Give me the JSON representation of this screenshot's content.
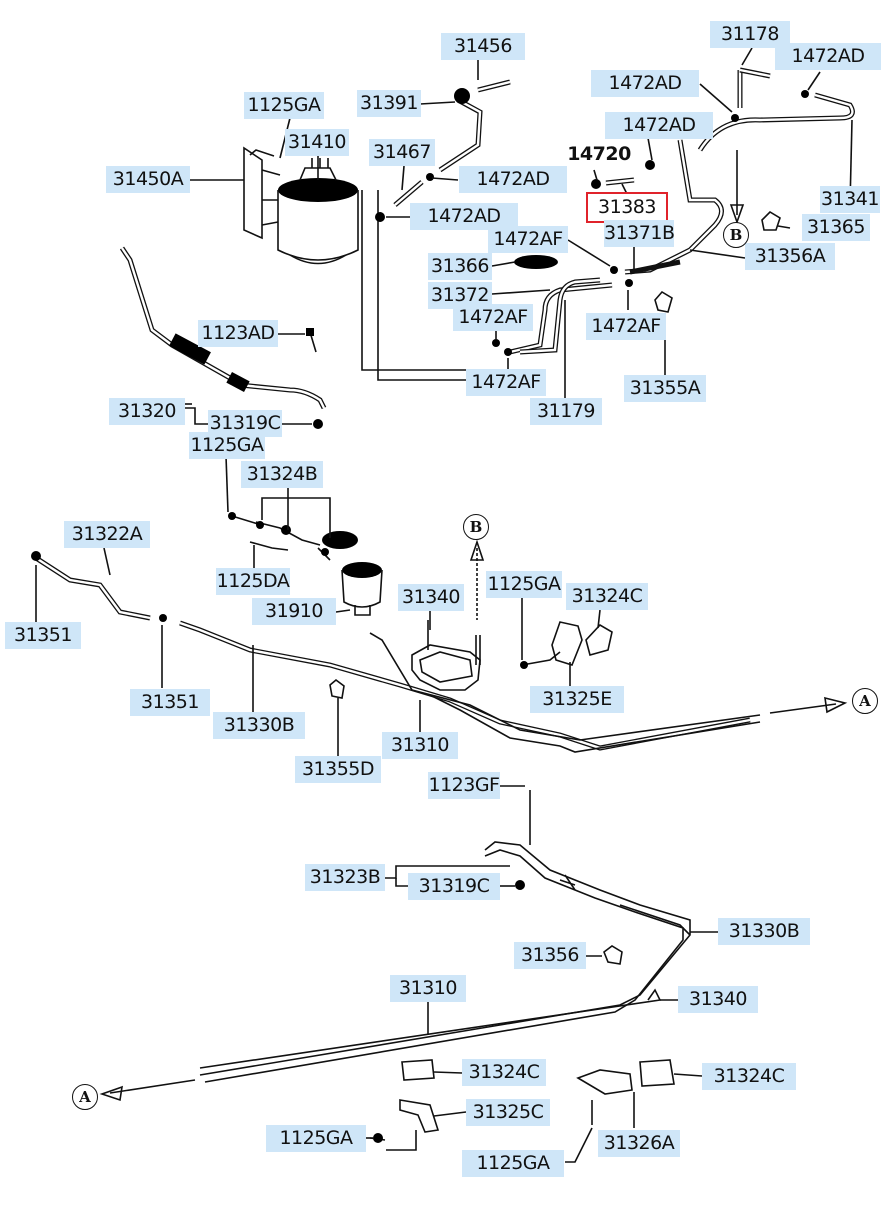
{
  "diagram": {
    "parts": [
      {
        "id": "31456",
        "text": "31456"
      },
      {
        "id": "31178",
        "text": "31178"
      },
      {
        "id": "1472ad-a",
        "text": "1472AD"
      },
      {
        "id": "1125ga-a",
        "text": "1125GA"
      },
      {
        "id": "31391",
        "text": "31391"
      },
      {
        "id": "1472ad-b",
        "text": "1472AD"
      },
      {
        "id": "31410",
        "text": "31410"
      },
      {
        "id": "1472ad-c",
        "text": "1472AD"
      },
      {
        "id": "31467",
        "text": "31467"
      },
      {
        "id": "14720",
        "text": "14720"
      },
      {
        "id": "31450a",
        "text": "31450A"
      },
      {
        "id": "1472ad-d",
        "text": "1472AD"
      },
      {
        "id": "31383",
        "text": "31383"
      },
      {
        "id": "31341",
        "text": "31341"
      },
      {
        "id": "1472ad-e",
        "text": "1472AD"
      },
      {
        "id": "1472af-a",
        "text": "1472AF"
      },
      {
        "id": "31371b",
        "text": "31371B"
      },
      {
        "id": "31365",
        "text": "31365"
      },
      {
        "id": "31366",
        "text": "31366"
      },
      {
        "id": "31356a",
        "text": "31356A"
      },
      {
        "id": "31372",
        "text": "31372"
      },
      {
        "id": "1472af-b",
        "text": "1472AF"
      },
      {
        "id": "1472af-c",
        "text": "1472AF"
      },
      {
        "id": "1123ad",
        "text": "1123AD"
      },
      {
        "id": "1472af-d",
        "text": "1472AF"
      },
      {
        "id": "31355a",
        "text": "31355A"
      },
      {
        "id": "31320",
        "text": "31320"
      },
      {
        "id": "31179",
        "text": "31179"
      },
      {
        "id": "31319c-a",
        "text": "31319C"
      },
      {
        "id": "1125ga-b",
        "text": "1125GA"
      },
      {
        "id": "31324b",
        "text": "31324B"
      },
      {
        "id": "31322a",
        "text": "31322A"
      },
      {
        "id": "1125da",
        "text": "1125DA"
      },
      {
        "id": "1125ga-c",
        "text": "1125GA"
      },
      {
        "id": "31340-a",
        "text": "31340"
      },
      {
        "id": "31324c-a",
        "text": "31324C"
      },
      {
        "id": "31910",
        "text": "31910"
      },
      {
        "id": "31351-a",
        "text": "31351"
      },
      {
        "id": "31325e",
        "text": "31325E"
      },
      {
        "id": "31351-b",
        "text": "31351"
      },
      {
        "id": "31330b-a",
        "text": "31330B"
      },
      {
        "id": "31310-a",
        "text": "31310"
      },
      {
        "id": "31355d",
        "text": "31355D"
      },
      {
        "id": "1123gf",
        "text": "1123GF"
      },
      {
        "id": "31323b",
        "text": "31323B"
      },
      {
        "id": "31319c-b",
        "text": "31319C"
      },
      {
        "id": "31330b-b",
        "text": "31330B"
      },
      {
        "id": "31356",
        "text": "31356"
      },
      {
        "id": "31310-b",
        "text": "31310"
      },
      {
        "id": "31340-b",
        "text": "31340"
      },
      {
        "id": "31324c-b",
        "text": "31324C"
      },
      {
        "id": "31324c-c",
        "text": "31324C"
      },
      {
        "id": "31325c",
        "text": "31325C"
      },
      {
        "id": "1125ga-d",
        "text": "1125GA"
      },
      {
        "id": "31326a",
        "text": "31326A"
      },
      {
        "id": "1125ga-e",
        "text": "1125GA"
      }
    ],
    "markers": {
      "a": "A",
      "b": "B"
    },
    "highlight_color": "#e0232b",
    "label_bg_color": "#cfe6f8"
  }
}
